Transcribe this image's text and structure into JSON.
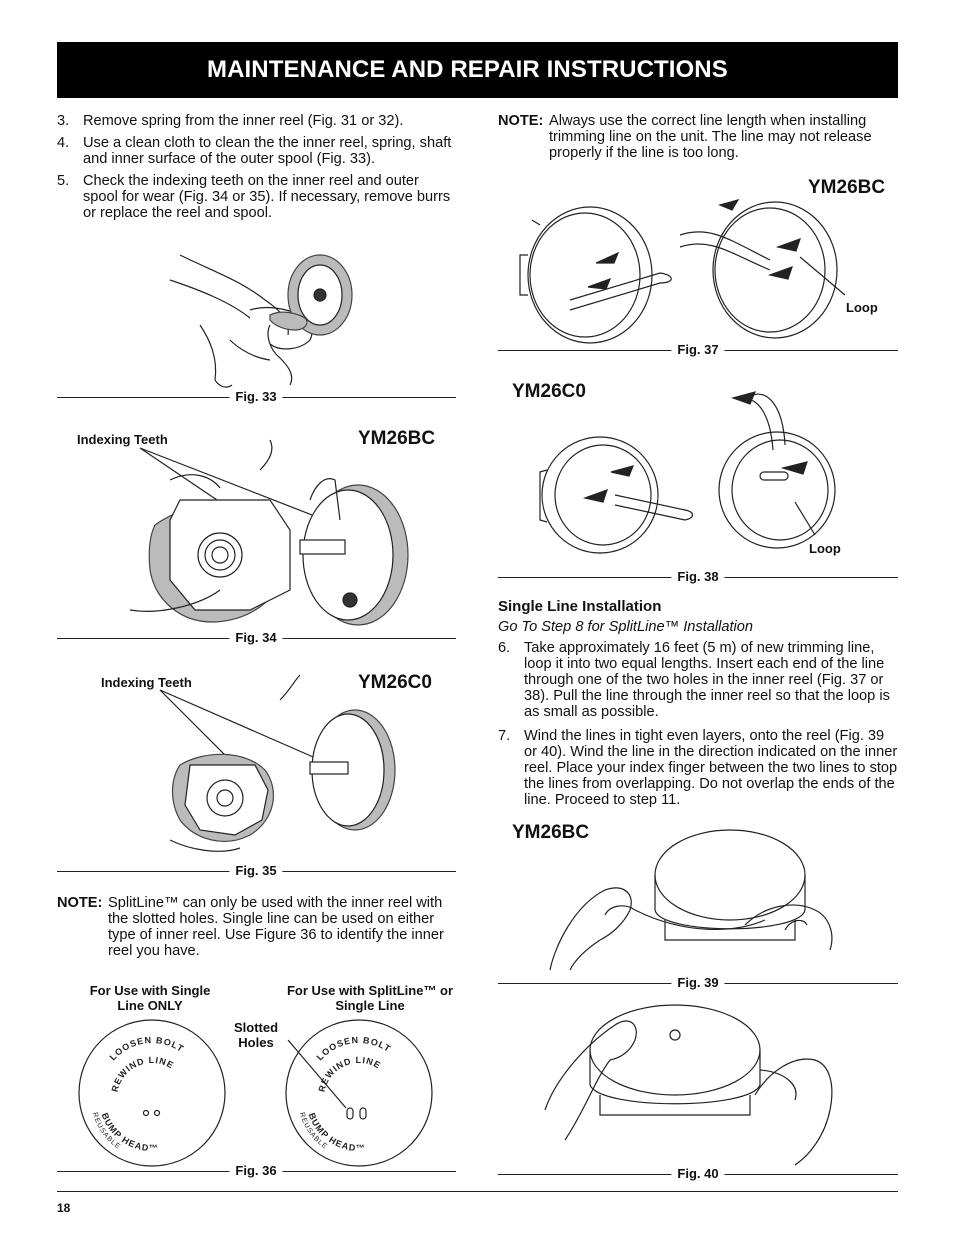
{
  "header": {
    "title": "MAINTENANCE AND REPAIR INSTRUCTIONS"
  },
  "left_steps": [
    {
      "num": "3.",
      "text": "Remove spring from the inner reel (Fig. 31 or 32)."
    },
    {
      "num": "4.",
      "text": "Use a clean cloth to clean the the inner reel, spring, shaft and inner surface of the outer spool (Fig. 33)."
    },
    {
      "num": "5.",
      "text": "Check the indexing teeth on the inner reel and outer spool for wear (Fig. 34 or 35). If necessary, remove burrs or replace the reel and spool."
    }
  ],
  "figures": {
    "fig33": {
      "label": "Fig. 33"
    },
    "fig34": {
      "label": "Fig. 34",
      "model": "YM26BC",
      "callout": "Indexing Teeth"
    },
    "fig35": {
      "label": "Fig. 35",
      "model": "YM26C0",
      "callout": "Indexing Teeth"
    },
    "fig36": {
      "label": "Fig. 36",
      "left_caption": "For Use with Single Line ONLY",
      "right_caption": "For Use with SplitLine™ or Single Line",
      "slotted_holes": "Slotted Holes",
      "rim_top": "LOOSEN BOLT",
      "rim_mid": "REWIND LINE",
      "rim_inner": "REWIND LINE",
      "rim_bottom": "BUMP HEAD™",
      "rim_small": "REUSABLE"
    },
    "fig37": {
      "label": "Fig. 37",
      "model": "YM26BC",
      "loop": "Loop"
    },
    "fig38": {
      "label": "Fig. 38",
      "model": "YM26C0",
      "loop": "Loop"
    },
    "fig39": {
      "label": "Fig. 39",
      "model": "YM26BC"
    },
    "fig40": {
      "label": "Fig. 40"
    }
  },
  "left_note": {
    "label": "NOTE:",
    "text": "SplitLine™ can only be used with the inner reel with the slotted holes. Single line can be used on either type of inner reel. Use Figure 36 to identify the inner reel you have."
  },
  "right_note": {
    "label": "NOTE:",
    "text": "Always use the correct line length when installing trimming line on the unit. The line may not release properly if the line is too long."
  },
  "single_line": {
    "heading": "Single Line Installation",
    "subheading": "Go To Step 8 for SplitLine™ Installation",
    "steps": [
      {
        "num": "6.",
        "text": "Take approximately 16 feet (5 m) of new trimming line, loop it into two equal lengths. Insert each end of the line through one of the two holes in the inner reel (Fig. 37 or 38). Pull the line through the inner reel so that the loop is as small as possible."
      },
      {
        "num": "7.",
        "text": "Wind the lines in tight even layers, onto the reel (Fig. 39 or 40). Wind the line in the direction indicated on the inner reel. Place your index finger between the two lines to stop the lines from overlapping. Do not overlap the ends of the line. Proceed to step 11."
      }
    ]
  },
  "page_number": "18"
}
